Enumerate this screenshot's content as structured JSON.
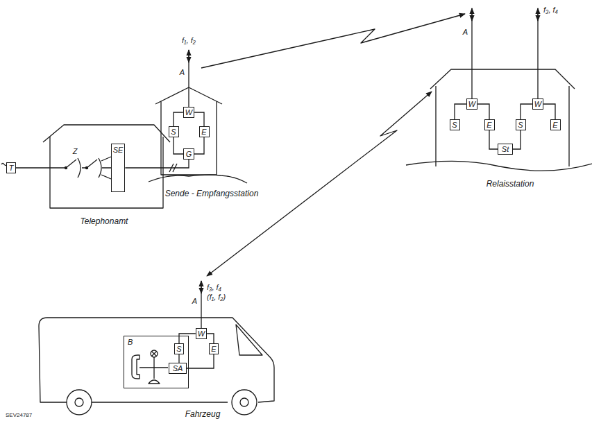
{
  "diagram": {
    "nodes": [
      {
        "text": [
          "T"
        ]
      },
      {
        "text": [
          "SE"
        ]
      },
      {
        "text": [
          "W"
        ]
      },
      {
        "text": [
          "S"
        ]
      },
      {
        "text": [
          "E"
        ]
      },
      {
        "text": [
          "G"
        ]
      },
      {
        "text": [
          "W"
        ]
      },
      {
        "text": [
          "S"
        ]
      },
      {
        "text": [
          "E"
        ]
      },
      {
        "text": [
          "W"
        ]
      },
      {
        "text": [
          "S"
        ]
      },
      {
        "text": [
          "E"
        ]
      },
      {
        "text": [
          "St"
        ]
      },
      {
        "text": [
          "B"
        ]
      },
      {
        "text": [
          "W"
        ]
      },
      {
        "text": [
          "S"
        ]
      },
      {
        "text": [
          "E"
        ]
      },
      {
        "text": [
          "SA"
        ],
        "in": 13
      }
    ],
    "edges": [
      {
        "from": 1,
        "to": 5,
        "arrow": "none"
      },
      {
        "from": 2,
        "to": 3,
        "arrow": "none"
      },
      {
        "from": 2,
        "to": 4,
        "arrow": "none"
      },
      {
        "from": 3,
        "to": 5,
        "arrow": "none"
      },
      {
        "from": 4,
        "to": 5,
        "arrow": "none"
      },
      {
        "from": 6,
        "to": 7,
        "arrow": "none"
      },
      {
        "from": 6,
        "to": 8,
        "arrow": "none"
      },
      {
        "from": 9,
        "to": 10,
        "arrow": "none"
      },
      {
        "from": 9,
        "to": 11,
        "arrow": "none"
      },
      {
        "from": 8,
        "to": 12,
        "arrow": "none"
      },
      {
        "from": 10,
        "to": 12,
        "arrow": "none"
      },
      {
        "from": 14,
        "to": 15,
        "arrow": "none"
      },
      {
        "from": 14,
        "to": 16,
        "arrow": "none"
      },
      {
        "from": 15,
        "to": 17,
        "arrow": "none"
      },
      {
        "from": 16,
        "to": 17,
        "arrow": "none"
      }
    ],
    "labels": [
      "Z",
      "A",
      "f₁, f₂",
      "A",
      "f₃, f₄",
      "A",
      "f₃, f₄",
      "(f₁, f₂)",
      "Telephonamt",
      "Sende - Empfangsstation",
      "Relaisstation",
      "Fahrzeug",
      "SEV24787"
    ]
  }
}
